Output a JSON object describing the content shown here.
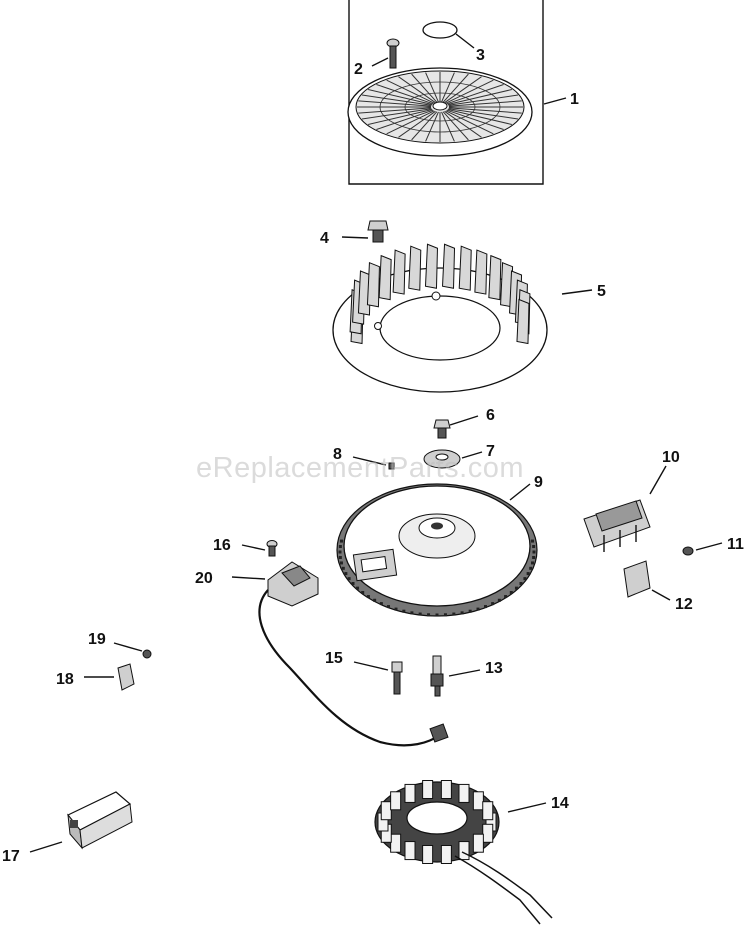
{
  "watermark": "eReplacementParts.com",
  "colors": {
    "ink": "#111111",
    "watermark": "#bebebe",
    "background": "#ffffff"
  },
  "parts": [
    {
      "number": "1"
    },
    {
      "number": "2"
    },
    {
      "number": "3"
    },
    {
      "number": "4"
    },
    {
      "number": "5"
    },
    {
      "number": "6"
    },
    {
      "number": "7"
    },
    {
      "number": "8"
    },
    {
      "number": "9"
    },
    {
      "number": "10"
    },
    {
      "number": "11"
    },
    {
      "number": "12"
    },
    {
      "number": "13"
    },
    {
      "number": "14"
    },
    {
      "number": "15"
    },
    {
      "number": "16"
    },
    {
      "number": "17"
    },
    {
      "number": "18"
    },
    {
      "number": "19"
    },
    {
      "number": "20"
    }
  ]
}
